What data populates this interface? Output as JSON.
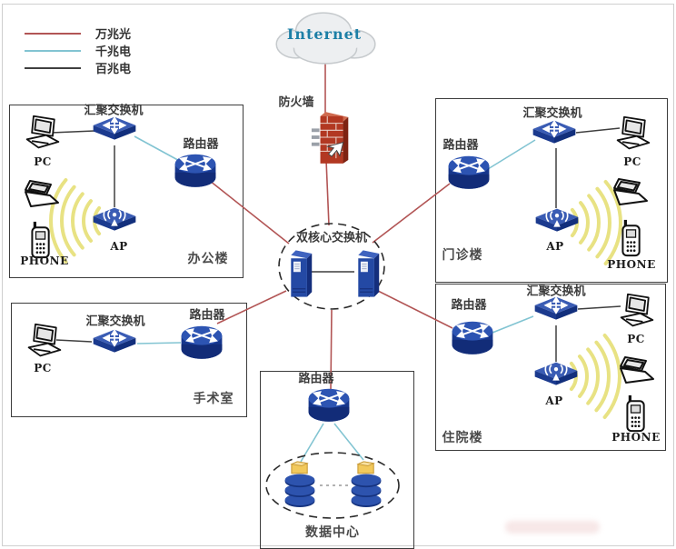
{
  "colors": {
    "fiber": "#b25555",
    "copper1g": "#82c4d2",
    "copper100m": "#3f3f3f",
    "deviceblue": "#2a4fa8",
    "firewallred": "#b23822",
    "wave": "#e8e283",
    "internet": "#1d7fa6"
  },
  "legend": {
    "items": [
      {
        "label": "万兆光",
        "color": "#b25555"
      },
      {
        "label": "千兆电",
        "color": "#82c4d2"
      },
      {
        "label": "百兆电",
        "color": "#3f3f3f"
      }
    ]
  },
  "internet": {
    "label": "Internet"
  },
  "firewall": {
    "label": "防火墙"
  },
  "core": {
    "label": "双核心交换机"
  },
  "zones": {
    "office": {
      "name": "办公楼",
      "switch": "汇聚交换机",
      "router": "路由器",
      "ap": "AP",
      "pc": "PC",
      "phone": "PHONE"
    },
    "outpatient": {
      "name": "门诊楼",
      "switch": "汇聚交换机",
      "router": "路由器",
      "ap": "AP",
      "pc": "PC",
      "phone": "PHONE"
    },
    "surgery": {
      "name": "手术室",
      "switch": "汇聚交换机",
      "router": "路由器",
      "pc": "PC"
    },
    "inpatient": {
      "name": "住院楼",
      "switch": "汇聚交换机",
      "router": "路由器",
      "ap": "AP",
      "pc": "PC",
      "phone": "PHONE"
    },
    "datacenter": {
      "name": "数据中心",
      "router": "路由器"
    }
  }
}
